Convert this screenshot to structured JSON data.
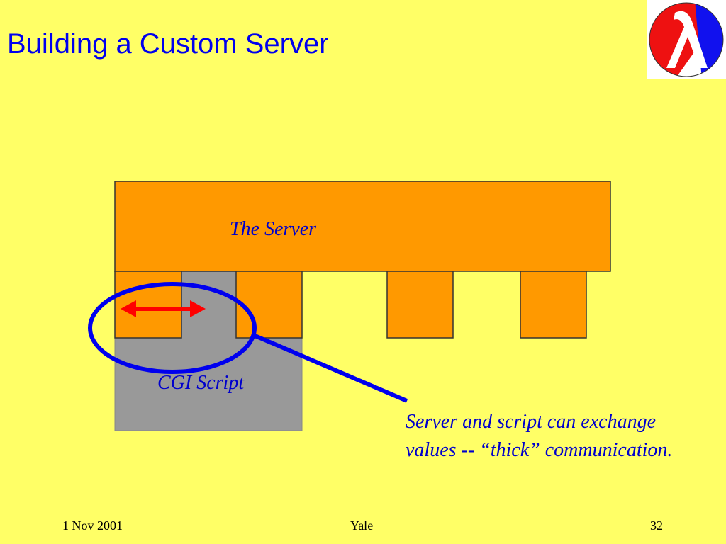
{
  "slide": {
    "title": "Building a Custom Server",
    "logo": {
      "icon": "lambda-logo-icon",
      "colors": {
        "red": "#ee1111",
        "blue": "#1111ee",
        "white": "#ffffff"
      }
    },
    "diagram": {
      "server_label": "The Server",
      "cgi_label": "CGI Script",
      "caption_lines": [
        "Server and script can exchange",
        "values -- “thick” communication."
      ]
    },
    "footer": {
      "date": "1 Nov 2001",
      "center": "Yale",
      "page": "32"
    },
    "colors": {
      "background": "#ffff66",
      "server_orange": "#ff9900",
      "cgi_gray": "#999999",
      "title_blue": "#0000ee",
      "highlight_blue": "#0000ee",
      "arrow_red": "#ff0000"
    }
  }
}
